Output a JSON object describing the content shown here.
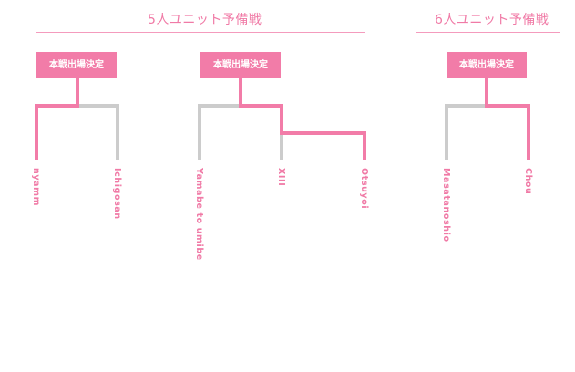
{
  "sections": [
    {
      "title": "5人ユニット予備戦"
    },
    {
      "title": "6人ユニット予備戦"
    }
  ],
  "result_label": "本戦出場決定",
  "matches": [
    {
      "winner": "nyamm",
      "loser": "Ichigosan"
    },
    {
      "winner": "Otsuyoi",
      "losers": [
        "Yamabe to umibe",
        "XIII"
      ]
    },
    {
      "winner": "Chou",
      "loser": "Masatanoshio"
    }
  ],
  "teams": [
    "nyamm",
    "Ichigosan",
    "Yamabe to umibe",
    "XIII",
    "Otsuyoi",
    "Masatanoshio",
    "Chou"
  ],
  "colors": {
    "win": "#f27ca8",
    "lose": "#cccccc",
    "title": "#f07aa6"
  }
}
